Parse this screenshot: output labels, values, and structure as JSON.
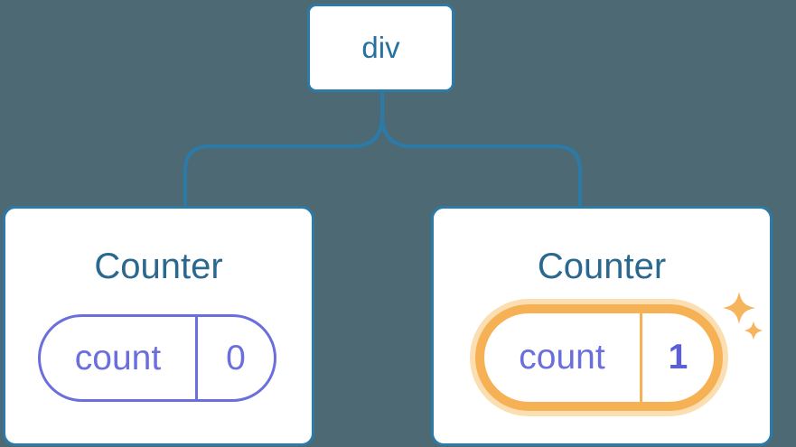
{
  "diagram": {
    "root": {
      "label": "div"
    },
    "children": [
      {
        "title": "Counter",
        "state": {
          "key": "count",
          "value": "0",
          "highlighted": false
        }
      },
      {
        "title": "Counter",
        "state": {
          "key": "count",
          "value": "1",
          "highlighted": true
        }
      }
    ]
  },
  "icons": {
    "sparkles": "sparkles-icon"
  },
  "colors": {
    "background": "#4D6973",
    "card_background": "#FFFFFF",
    "tree_line_blue": "#2C7AA8",
    "node_text_blue": "#26719F",
    "title_text_blue": "#2B688F",
    "state_purple": "#6A6FDC",
    "state_value_bold_purple": "#5B5ED6",
    "highlight_orange": "#F6B155",
    "highlight_orange_light": "#FBDFB2",
    "sparkle_orange": "#F6B45C"
  }
}
